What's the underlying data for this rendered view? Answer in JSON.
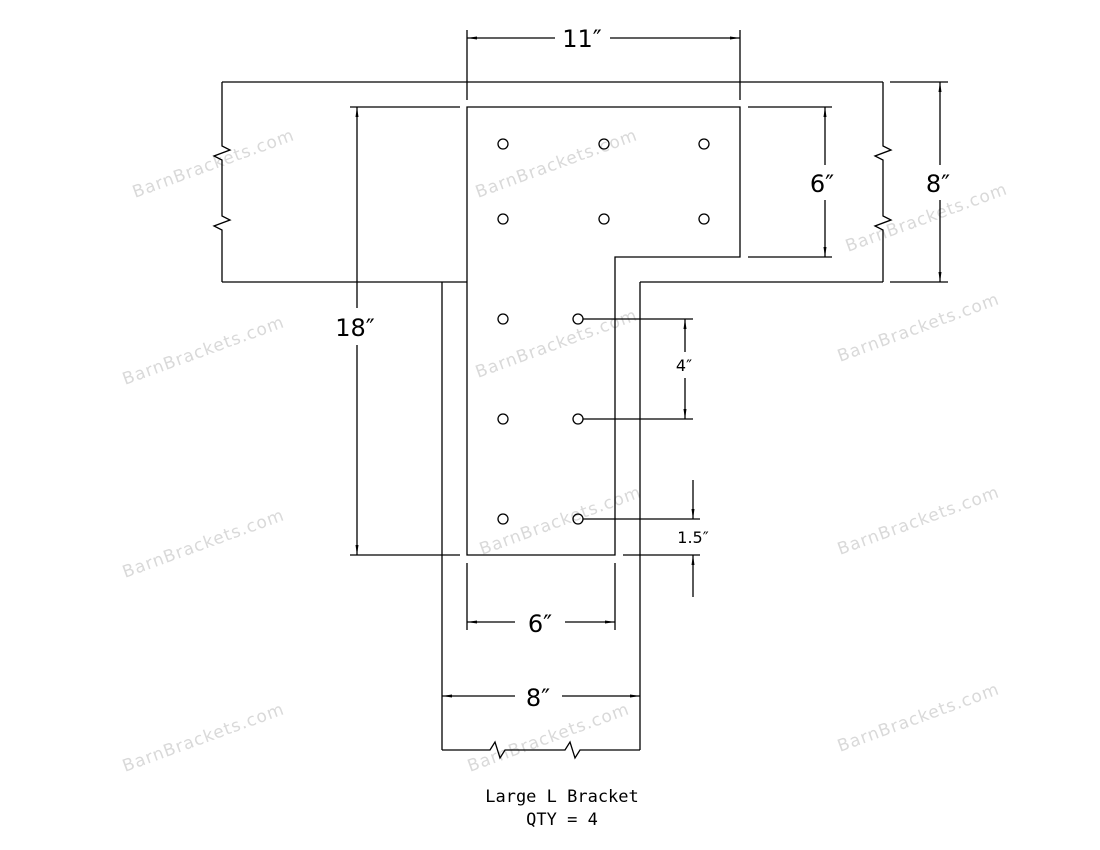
{
  "watermark": "BarnBrackets.com",
  "dimensions": {
    "top_width": "11″",
    "top_height": "6″",
    "beam_height": "8″",
    "total_height": "18″",
    "hole_spacing": "4″",
    "edge_offset": "1.5″",
    "leg_width": "6″",
    "post_width": "8″"
  },
  "title": {
    "name": "Large L Bracket",
    "qty": "QTY = 4"
  }
}
